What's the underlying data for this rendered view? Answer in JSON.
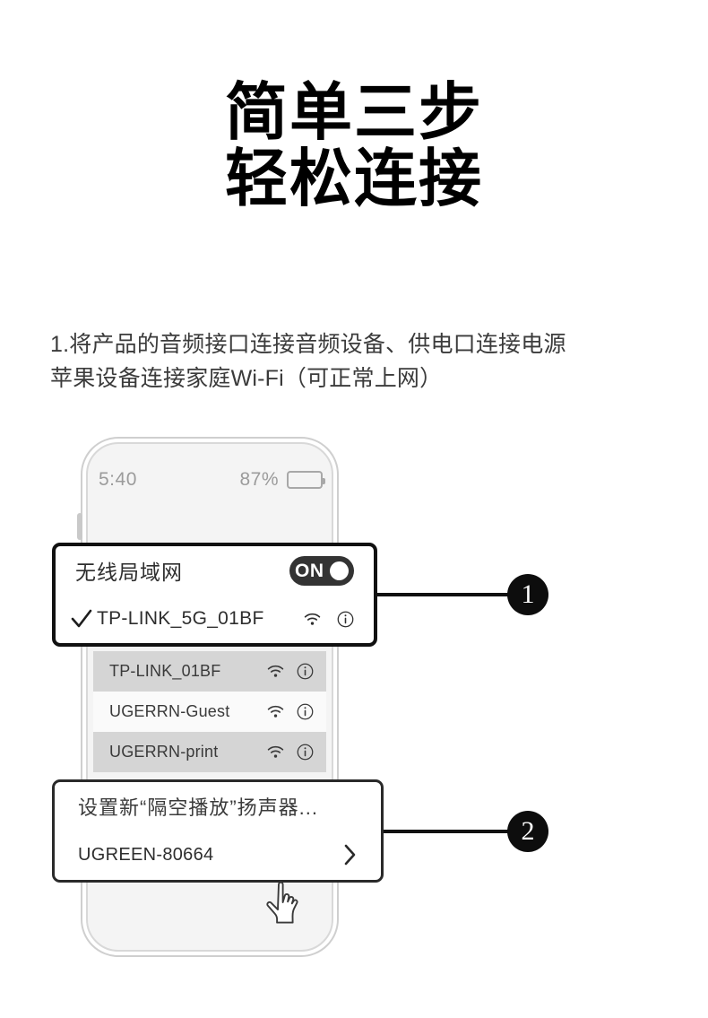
{
  "headline": {
    "line1": "简单三步",
    "line2": "轻松连接"
  },
  "intro": {
    "line1": "1.将产品的音频接口连接音频设备、供电口连接电源",
    "line2": "苹果设备连接家庭Wi-Fi（可正常上网）"
  },
  "phone": {
    "status_bar": {
      "time": "5:40",
      "battery_percent": "87%",
      "battery_icon": "battery-icon"
    },
    "callout_wifi": {
      "wlan_label": "无线局域网",
      "toggle_state": "ON",
      "connected_ssid": "TP-LINK_5G_01BF",
      "check_icon": "check-icon",
      "wifi_icon": "wifi-icon",
      "info_icon": "info-icon"
    },
    "wifi_list": [
      {
        "ssid": "TP-LINK_01BF",
        "shade": "gray",
        "wifi_icon": "wifi-icon",
        "info_icon": "info-icon"
      },
      {
        "ssid": "UGERRN-Guest",
        "shade": "light",
        "wifi_icon": "wifi-icon",
        "info_icon": "info-icon"
      },
      {
        "ssid": "UGERRN-print",
        "shade": "gray",
        "wifi_icon": "wifi-icon",
        "info_icon": "info-icon"
      }
    ],
    "callout_airplay": {
      "title": "设置新“隔空播放”扬声器...",
      "device": "UGREEN-80664",
      "chevron_icon": "chevron-right-icon"
    },
    "hand_cursor_icon": "pointing-hand-icon"
  },
  "markers": [
    {
      "number": "1"
    },
    {
      "number": "2"
    }
  ],
  "colors": {
    "text_primary": "#1a1a1a",
    "text_secondary": "#3b3b3b",
    "marker_fill": "#0d0d0d",
    "toggle_fill": "#333333",
    "row_gray": "#d5d5d5",
    "row_light": "#fafafa",
    "phone_screen": "#f4f4f4"
  }
}
